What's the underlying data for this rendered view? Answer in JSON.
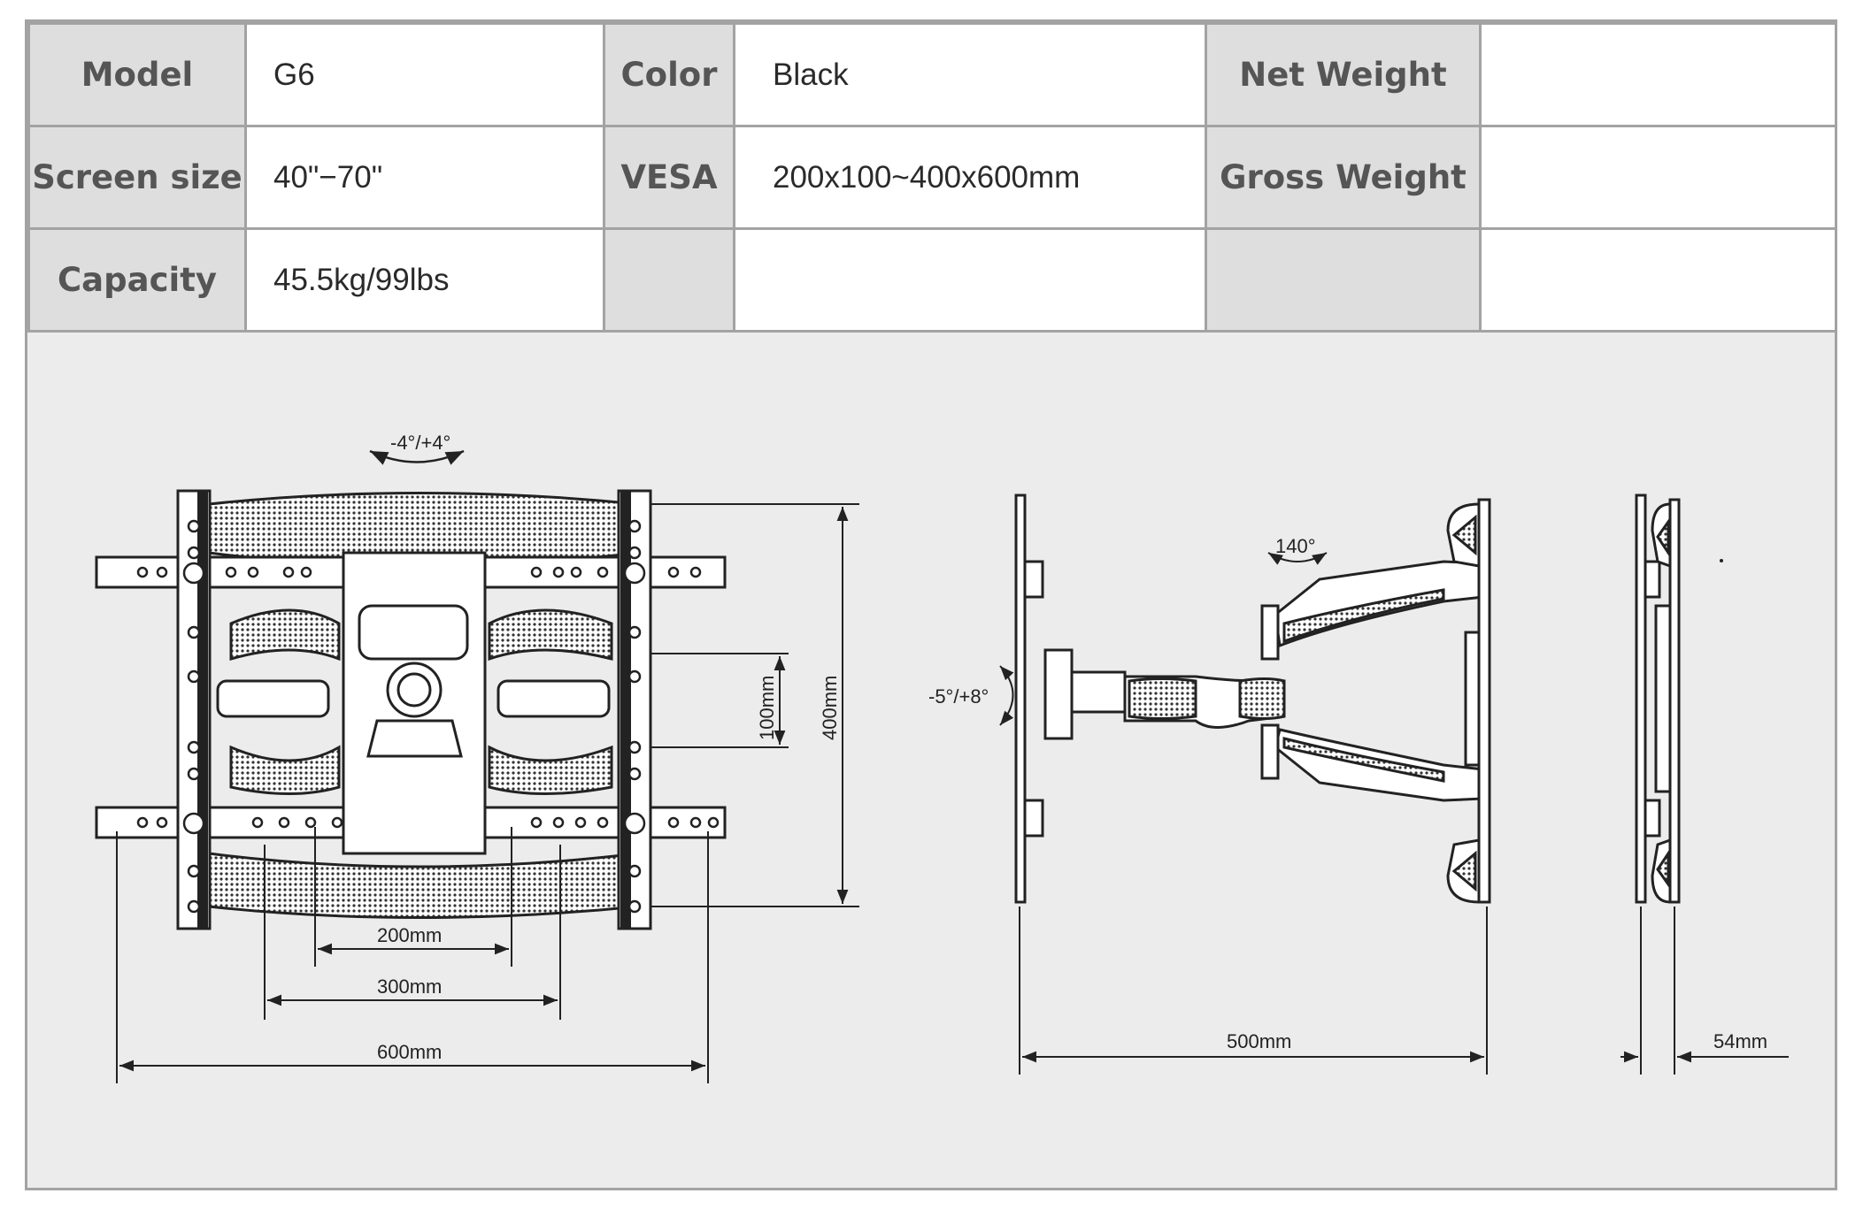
{
  "specs": {
    "model_label": "Model",
    "model_value": "G6",
    "color_label": "Color",
    "color_value": "Black",
    "net_weight_label": "Net Weight",
    "net_weight_value": "",
    "screen_size_label": "Screen size",
    "screen_size_value": "40\"−70\"",
    "vesa_label": "VESA",
    "vesa_value": "200x100~400x600mm",
    "gross_weight_label": "Gross Weight",
    "gross_weight_value": "",
    "capacity_label": "Capacity",
    "capacity_value": "45.5kg/99lbs"
  },
  "front_view": {
    "tilt": "-4°/+4°",
    "dim_100": "100mm",
    "dim_400": "400mm",
    "dim_200": "200mm",
    "dim_300": "300mm",
    "dim_600": "600mm"
  },
  "side_view": {
    "swivel": "140°",
    "tilt": "-5°/+8°",
    "dim_500": "500mm"
  },
  "profile_view": {
    "dim_54": "54mm"
  },
  "colors": {
    "label_bg": "#dedede",
    "value_bg": "#ffffff",
    "border": "#a3a3a3",
    "diagram_bg": "#ececec",
    "line": "#222222"
  }
}
